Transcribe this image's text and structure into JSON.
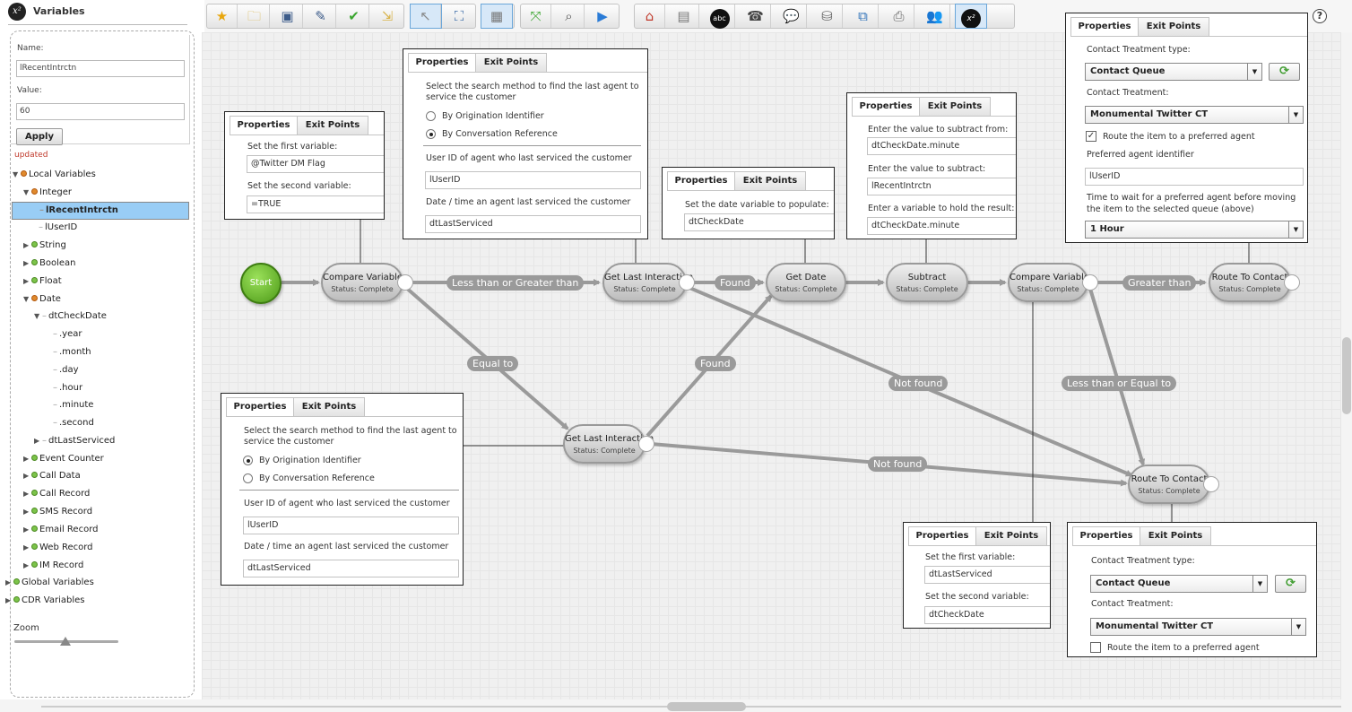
{
  "sidebar": {
    "title": "Variables",
    "name_label": "Name:",
    "name_value": "lRecentIntrctn",
    "value_label": "Value:",
    "value_value": "60",
    "apply_label": "Apply",
    "status": "updated",
    "tree": [
      "Local Variables",
      "Integer",
      "lRecentIntrctn",
      "lUserID",
      "String",
      "Boolean",
      "Float",
      "Date",
      "dtCheckDate",
      ".year",
      ".month",
      ".day",
      ".hour",
      ".minute",
      ".second",
      "dtLastServiced",
      "Event Counter",
      "Call Data",
      "Call Record",
      "SMS Record",
      "Email Record",
      "Web Record",
      "IM Record",
      "Global Variables",
      "CDR Variables"
    ],
    "zoom_label": "Zoom",
    "zoom_level": 0.45
  },
  "toolbar": {
    "icons": [
      "star-icon",
      "open-folder-icon",
      "save-icon",
      "edit-icon",
      "check-icon",
      "export-icon",
      "pointer-icon",
      "select-icon",
      "grid-icon",
      "fit-icon",
      "zoom-icon",
      "play-icon",
      "home-icon",
      "calculator-icon",
      "abc-icon",
      "phone-icon",
      "chat-icon",
      "database-icon",
      "network-icon",
      "printer-icon",
      "users-icon",
      "variables-icon"
    ],
    "help": "?"
  },
  "flow": {
    "start": "Start",
    "status_text": "Status: Complete",
    "nodes": {
      "compare1": "Compare Variables",
      "getlast1": "Get Last Interaction",
      "getdate": "Get Date",
      "subtract": "Subtract",
      "compare2": "Compare Variables",
      "route1": "Route To Contact",
      "getlast2": "Get Last Interaction",
      "route2": "Route To Contact"
    },
    "edges": {
      "lt_gt": "Less than or Greater than",
      "found1": "Found",
      "greater": "Greater than",
      "equal": "Equal to",
      "found2": "Found",
      "notfound1": "Not found",
      "lte": "Less than or Equal to",
      "notfound2": "Not found"
    }
  },
  "tabs": {
    "properties": "Properties",
    "exit_points": "Exit Points"
  },
  "panels": {
    "p1": {
      "l1": "Set the first variable:",
      "v1": "@Twitter DM Flag",
      "l2": "Set the second variable:",
      "v2": "=TRUE"
    },
    "p2": {
      "desc": "Select the search method to find the last agent to service the customer",
      "opt1": "By Origination Identifier",
      "opt2": "By Conversation Reference",
      "l1": "User ID of agent who last serviced the customer",
      "v1": "lUserID",
      "l2": "Date / time an agent last serviced the customer",
      "v2": "dtLastServiced"
    },
    "p3": {
      "l1": "Set the date variable to populate:",
      "v1": "dtCheckDate"
    },
    "p4": {
      "l1": "Enter the value to subtract from:",
      "v1": "dtCheckDate.minute",
      "l2": "Enter the value to subtract:",
      "v2": "lRecentIntrctn",
      "l3": "Enter a variable to hold the result:",
      "v3": "dtCheckDate.minute"
    },
    "p5": {
      "l1": "Contact Treatment type:",
      "v1": "Contact Queue",
      "l2": "Contact Treatment:",
      "v2": "Monumental Twitter CT",
      "chk": "Route the item to a preferred agent",
      "l3": "Preferred agent identifier",
      "v3": "lUserID",
      "l4": "Time to wait for a preferred agent before moving",
      "l4b": "the item to the selected queue (above)",
      "v4": "1 Hour"
    },
    "p6": {
      "desc": "Select the search method to find the last agent to service the customer",
      "opt1": "By Origination Identifier",
      "opt2": "By Conversation Reference",
      "l1": "User ID of agent who last serviced the customer",
      "v1": "lUserID",
      "l2": "Date / time an agent last serviced the customer",
      "v2": "dtLastServiced"
    },
    "p7": {
      "l1": "Set the first variable:",
      "v1": "dtLastServiced",
      "l2": "Set the second variable:",
      "v2": "dtCheckDate"
    },
    "p8": {
      "l1": "Contact Treatment type:",
      "v1": "Contact Queue",
      "l2": "Contact Treatment:",
      "v2": "Monumental Twitter CT",
      "chk": "Route the item to a preferred agent"
    }
  }
}
